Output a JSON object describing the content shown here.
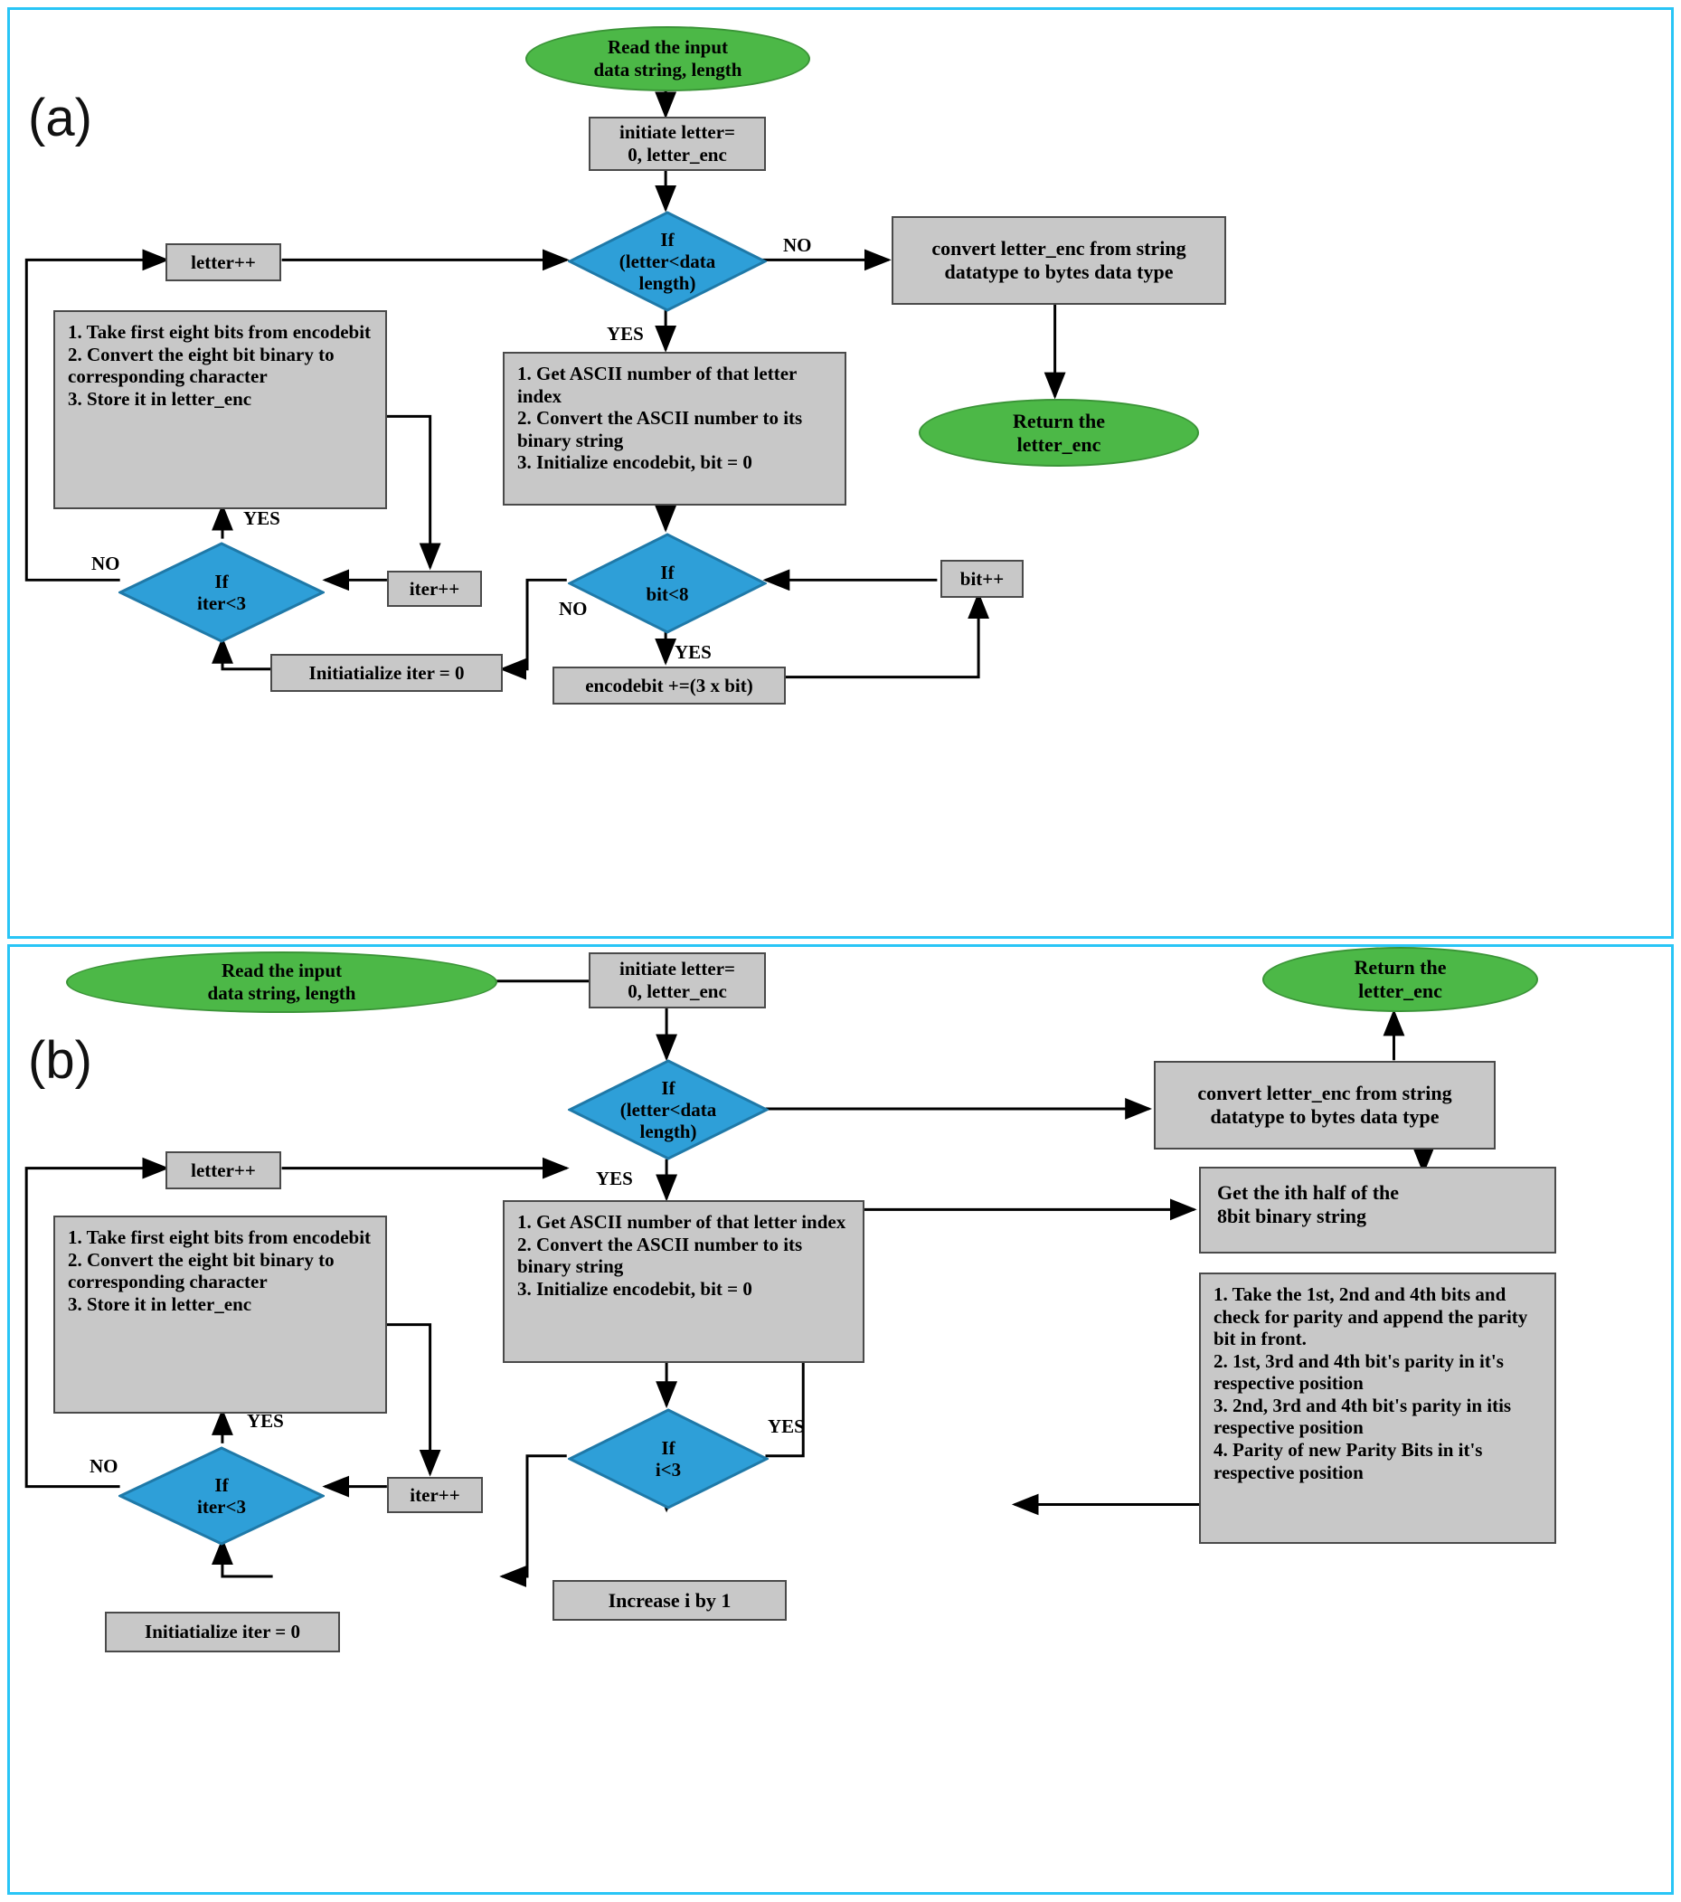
{
  "figure": {
    "panel_a_label": "(a)",
    "panel_b_label": "(b)"
  },
  "colors": {
    "terminator": "#4cb847",
    "process": "#c8c8c8",
    "decision": "#2e9fd8",
    "border": "#29c5f6",
    "stroke": "#000000"
  },
  "panel_a": {
    "nodes": {
      "start": "Read the input\ndata string, length",
      "init": "initiate letter=\n0, letter_enc",
      "if_letter": "If\n(letter<data\nlength)",
      "convert_bytes": "convert letter_enc from string\ndatatype to bytes data type",
      "return": "Return the\nletter_enc",
      "ascii_steps": [
        "1. Get ASCII number of that letter index",
        "2. Convert the ASCII number to its binary string",
        "3. Initialize encodebit, bit = 0"
      ],
      "if_bit": "If\nbit<8",
      "bit_inc": "bit++",
      "encodebit": "encodebit +=(3 x bit)",
      "init_iter": "Initiatialize iter = 0",
      "if_iter": "If\niter<3",
      "iter_inc": "iter++",
      "take_bits_steps": [
        "1. Take first eight bits from encodebit",
        "2. Convert the eight bit binary to corresponding character",
        "3. Store it in letter_enc"
      ],
      "letter_inc": "letter++"
    },
    "edge_labels": {
      "no_letter": "NO",
      "yes_letter": "YES",
      "no_bit": "NO",
      "yes_bit": "YES",
      "yes_iter": "YES",
      "no_iter": "NO"
    }
  },
  "panel_b": {
    "nodes": {
      "start": "Read the input\ndata string, length",
      "init": "initiate letter=\n0, letter_enc",
      "if_letter": "If\n(letter<data\nlength)",
      "convert_bytes": "convert letter_enc from string\ndatatype to bytes data type",
      "return": "Return the\nletter_enc",
      "ascii_steps": [
        "1. Get ASCII number of that letter index",
        "2. Convert the ASCII number to its binary string",
        "3. Initialize encodebit, bit = 0"
      ],
      "if_i": "If\ni<3",
      "increase_i": "Increase i by 1",
      "get_half": "Get the ith half of the\n8bit binary string",
      "parity_steps": [
        "1. Take the 1st, 2nd and 4th bits and check for parity and append the parity bit in front.",
        "2. 1st, 3rd and 4th bit's parity in it's respective position",
        "3. 2nd, 3rd and 4th bit's parity in itis respective position",
        "4. Parity of new Parity Bits in it's respective position"
      ],
      "init_iter": "Initiatialize iter = 0",
      "if_iter": "If\niter<3",
      "iter_inc": "iter++",
      "take_bits_steps": [
        "1. Take first eight bits from encodebit",
        "2. Convert the eight bit binary to corresponding character",
        "3. Store it in letter_enc"
      ],
      "letter_inc": "letter++"
    },
    "edge_labels": {
      "yes_letter": "YES",
      "yes_i": "YES",
      "yes_iter": "YES",
      "no_iter": "NO"
    }
  }
}
